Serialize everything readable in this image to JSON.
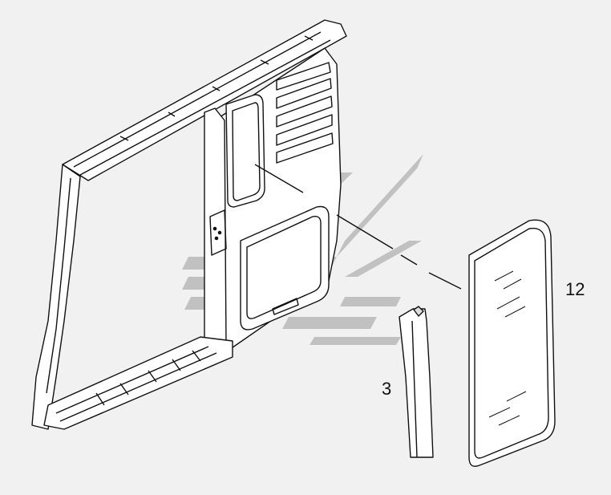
{
  "labels": {
    "part_12": "12",
    "part_3": "3"
  },
  "colors": {
    "background": "#f1f1f1",
    "line": "#111111",
    "watermark": "#b9b9b9",
    "panel_fill": "#ffffff"
  },
  "watermark": {
    "type": "logo",
    "icon": "stripe-logo-watermark"
  }
}
